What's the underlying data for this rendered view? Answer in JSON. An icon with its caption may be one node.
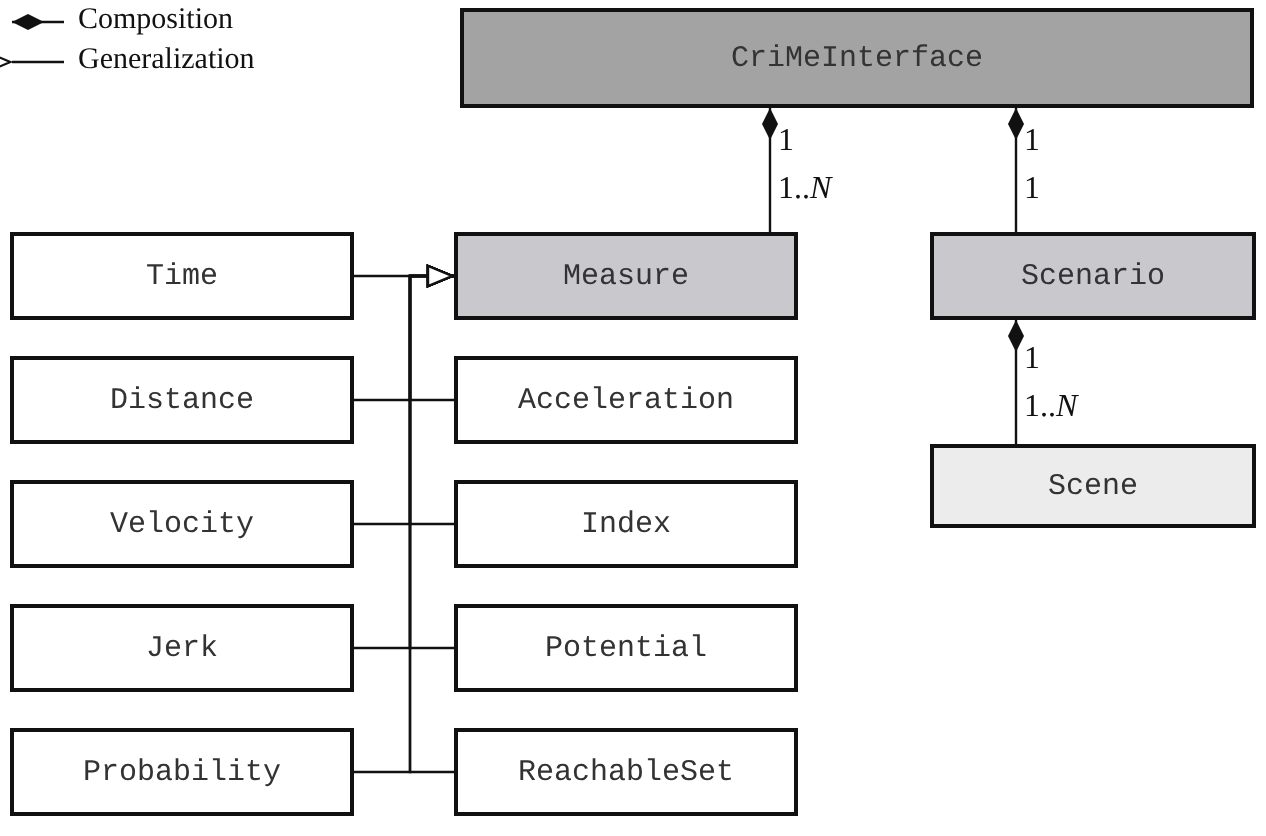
{
  "diagram": {
    "nodes": [
      {
        "text": [
          "CriMeInterface"
        ]
      },
      {
        "text": [
          "Measure"
        ]
      },
      {
        "text": [
          "Scenario"
        ]
      },
      {
        "text": [
          "Scene"
        ]
      },
      {
        "text": [
          "Time"
        ]
      },
      {
        "text": [
          "Distance"
        ]
      },
      {
        "text": [
          "Velocity"
        ]
      },
      {
        "text": [
          "Jerk"
        ]
      },
      {
        "text": [
          "Probability"
        ]
      },
      {
        "text": [
          "Acceleration"
        ]
      },
      {
        "text": [
          "Index"
        ]
      },
      {
        "text": [
          "Potential"
        ]
      },
      {
        "text": [
          "ReachableSet"
        ]
      }
    ],
    "edges": [
      {
        "from": 0,
        "to": 1,
        "arrow": "other"
      },
      {
        "from": 0,
        "to": 2,
        "arrow": "other"
      },
      {
        "from": 2,
        "to": 3,
        "arrow": "other"
      },
      {
        "from": 4,
        "to": 1,
        "arrow": "to"
      },
      {
        "from": 5,
        "to": 1,
        "arrow": "to"
      },
      {
        "from": 6,
        "to": 1,
        "arrow": "to"
      },
      {
        "from": 7,
        "to": 1,
        "arrow": "to"
      },
      {
        "from": 8,
        "to": 1,
        "arrow": "to"
      },
      {
        "from": 9,
        "to": 1,
        "arrow": "to"
      },
      {
        "from": 10,
        "to": 1,
        "arrow": "to"
      },
      {
        "from": 11,
        "to": 1,
        "arrow": "to"
      },
      {
        "from": 12,
        "to": 1,
        "arrow": "to"
      }
    ],
    "labels": [
      "1",
      "1..*N*",
      "1",
      "1",
      "1",
      "1..*N*"
    ],
    "legend": [
      {
        "text": "Composition"
      },
      {
        "text": "Generalization"
      }
    ]
  }
}
